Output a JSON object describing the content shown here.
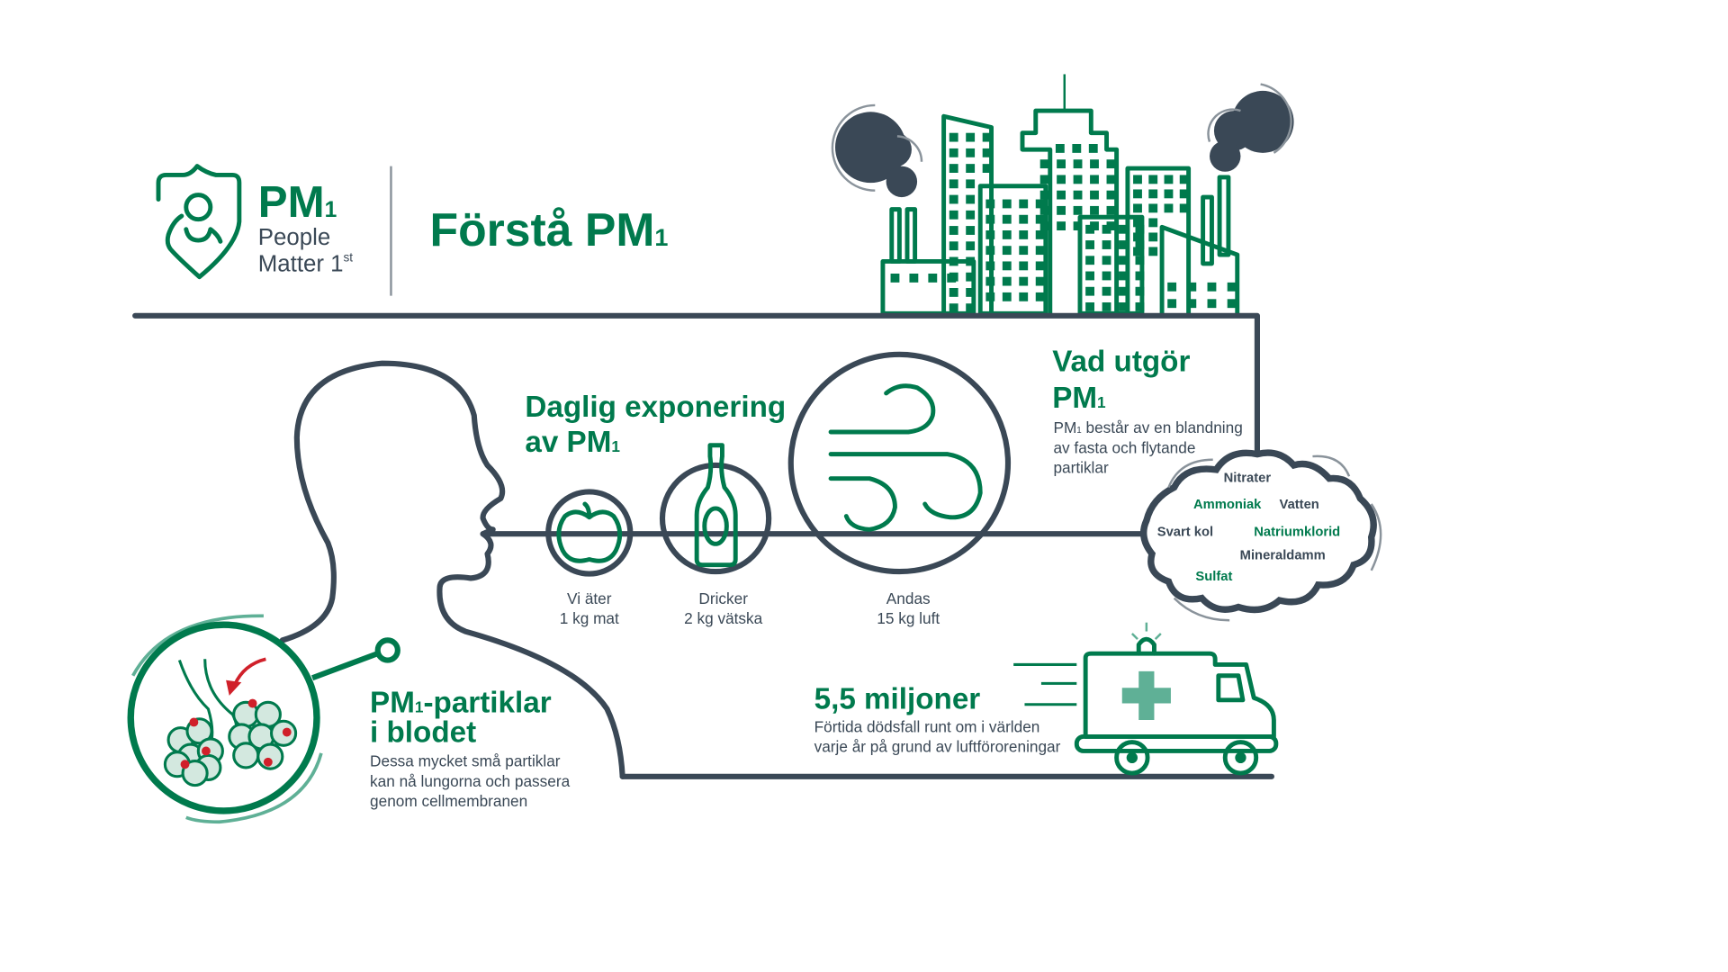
{
  "header": {
    "logo": {
      "pm": "PM",
      "pm_sub": "1",
      "line1": "People",
      "line2": "Matter 1",
      "line2_sup": "st"
    },
    "title": "Förstå PM",
    "title_sub": "1"
  },
  "daily": {
    "heading1": "Daglig exponering",
    "heading2": "av PM",
    "heading2_sub": "1",
    "items": [
      {
        "icon": "apple-icon",
        "line1": "Vi äter",
        "line2": "1 kg mat"
      },
      {
        "icon": "bottle-icon",
        "line1": "Dricker",
        "line2": "2 kg vätska"
      },
      {
        "icon": "wind-icon",
        "line1": "Andas",
        "line2": "15 kg luft"
      }
    ]
  },
  "composition": {
    "heading1": "Vad utgör",
    "heading2": "PM",
    "heading2_sub": "1",
    "desc_pm": "PM",
    "desc_sub": "1",
    "desc1": " består av en blandning",
    "desc2": "av fasta och flytande",
    "desc3": "partiklar",
    "components": [
      "Nitrater",
      "Ammoniak",
      "Vatten",
      "Svart kol",
      "Natriumklorid",
      "Mineraldamm",
      "Sulfat"
    ]
  },
  "deaths": {
    "heading": "5,5 miljoner",
    "desc1": "Förtida dödsfall runt om i världen",
    "desc2": "varje år på grund av luftföroreningar"
  },
  "blood": {
    "heading1": "PM",
    "heading1_sub": "1",
    "heading1_rest": "-partiklar",
    "heading2": "i blodet",
    "desc1": "Dessa mycket små partiklar",
    "desc2": "kan nå lungorna och passera",
    "desc3": "genom cellmembranen"
  },
  "colors": {
    "green": "#007a4d",
    "dark": "#3a4856",
    "light_green": "#5fb096",
    "pale_green": "#d3e8df",
    "red": "#d0202a"
  }
}
